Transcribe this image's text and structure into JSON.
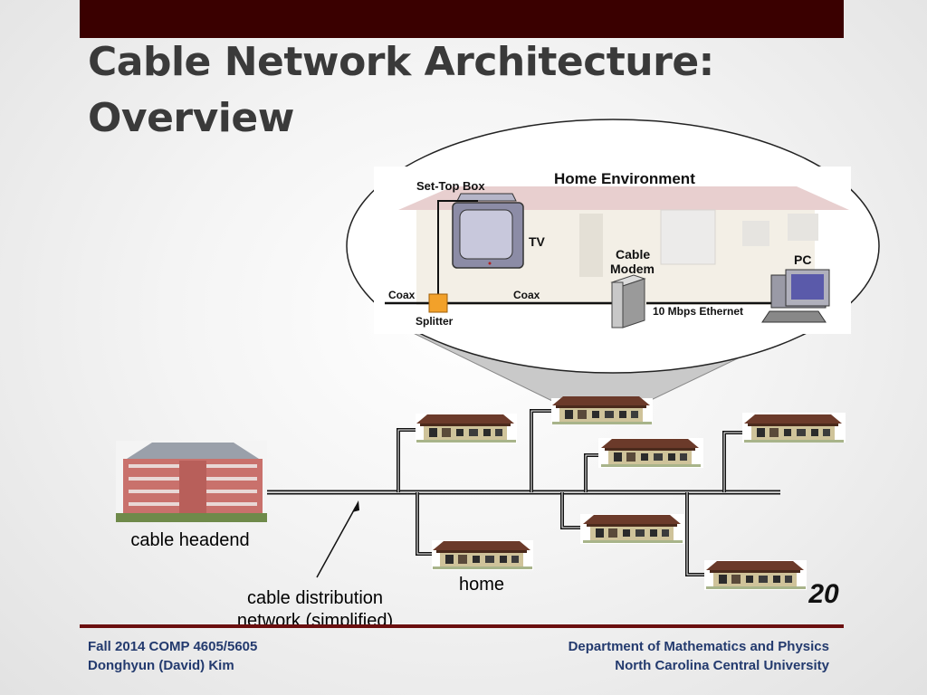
{
  "slide": {
    "title_line1": "Cable Network Architecture:",
    "title_line2": "Overview",
    "number": "20"
  },
  "inset": {
    "title": "Home Environment",
    "set_top_box": "Set-Top Box",
    "tv": "TV",
    "cable_modem_line1": "Cable",
    "cable_modem_line2": "Modem",
    "pc": "PC",
    "coax_left": "Coax",
    "coax_right": "Coax",
    "splitter": "Splitter",
    "ethernet": "10 Mbps Ethernet"
  },
  "labels": {
    "headend": "cable headend",
    "distribution_line1": "cable distribution",
    "distribution_line2": "network (simplified)",
    "home": "home"
  },
  "footer": {
    "course": "Fall 2014 COMP 4605/5605",
    "author": "Donghyun (David) Kim",
    "department": "Department of Mathematics and Physics",
    "university": "North Carolina Central University"
  },
  "colors": {
    "top_bar": "#3a0000",
    "rule": "#6b0f0f",
    "footer_text": "#233a6e"
  }
}
